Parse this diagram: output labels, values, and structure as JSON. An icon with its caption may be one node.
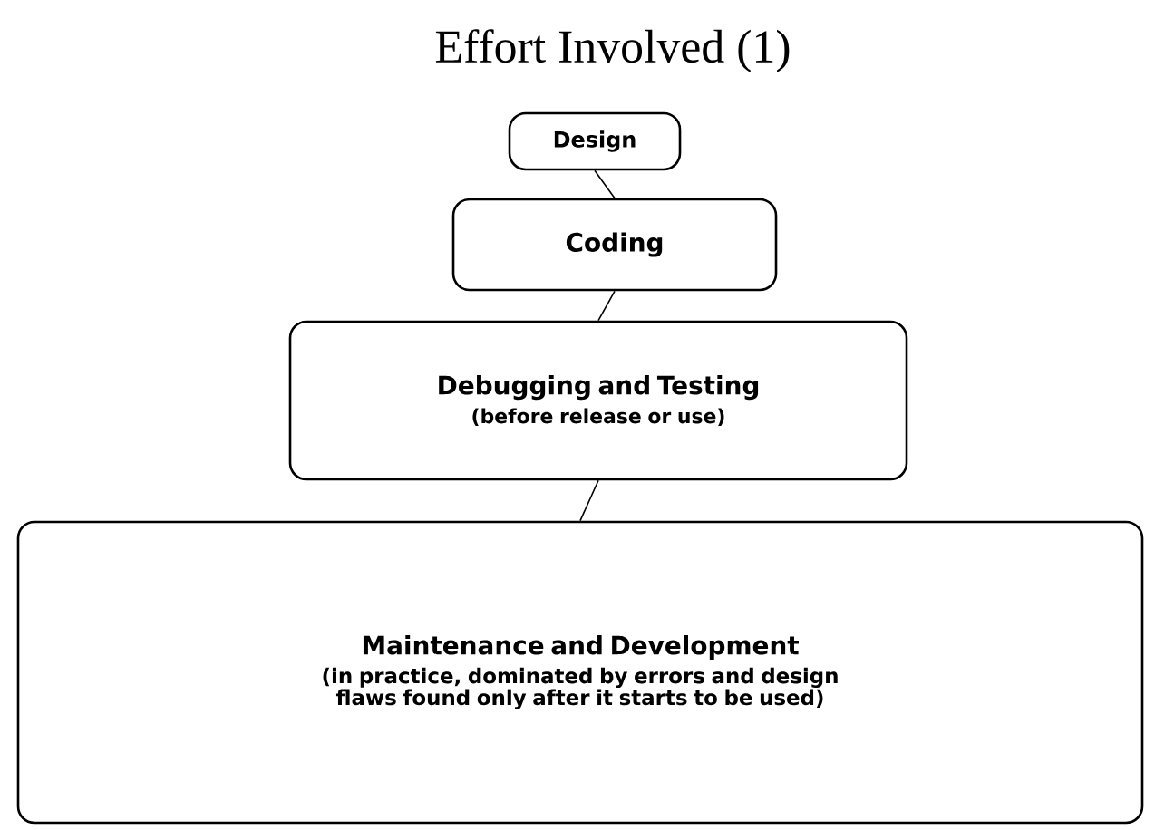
{
  "diagram": {
    "title": "Effort Involved (1)",
    "nodes": [
      {
        "text": [
          "Design"
        ]
      },
      {
        "text": [
          "Coding"
        ]
      },
      {
        "text": [
          "Debugging and Testing",
          "(before release or use)"
        ]
      },
      {
        "text": [
          "Maintenance and Development",
          "(in practice, dominated by errors and design flaws found only after it starts to be used)"
        ]
      }
    ],
    "edges": [
      {
        "from": 0,
        "to": 1,
        "arrow": "none"
      },
      {
        "from": 1,
        "to": 2,
        "arrow": "none"
      },
      {
        "from": 2,
        "to": 3,
        "arrow": "none"
      }
    ]
  }
}
